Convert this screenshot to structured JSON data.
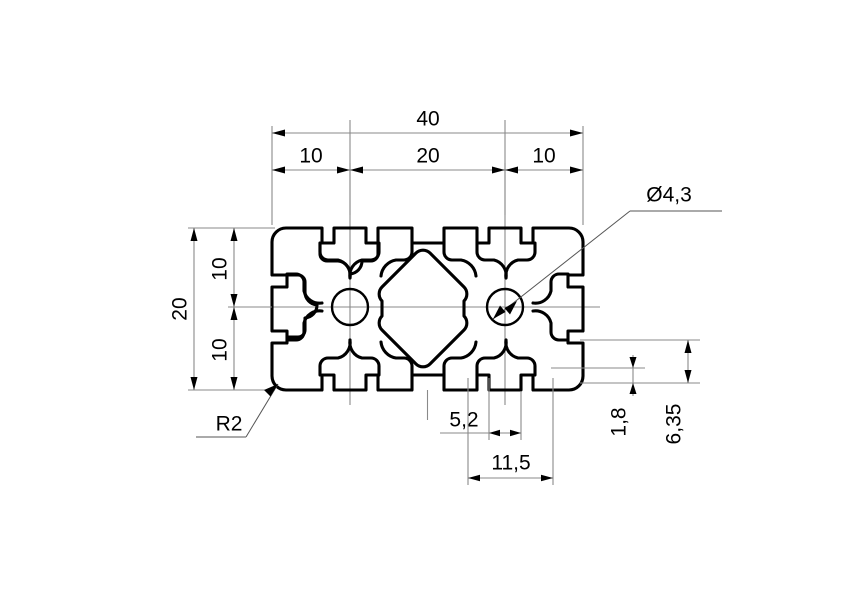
{
  "drawing": {
    "title": "Aluminium T-slot extrusion profile 40x20 cross-section",
    "type": "mechanical-cross-section",
    "units": "mm",
    "decimal_separator": "comma",
    "line_color": "#000000",
    "dimension_color": "#8a8a8a"
  },
  "dimensions": {
    "overall_width": {
      "label": "40",
      "value": 40,
      "orientation": "horizontal",
      "position": "top"
    },
    "width_left_segment": {
      "label": "10",
      "value": 10,
      "orientation": "horizontal",
      "position": "top-chain"
    },
    "width_center_segment": {
      "label": "20",
      "value": 20,
      "orientation": "horizontal",
      "position": "top-chain"
    },
    "width_right_segment": {
      "label": "10",
      "value": 10,
      "orientation": "horizontal",
      "position": "top-chain"
    },
    "overall_height": {
      "label": "20",
      "value": 20,
      "orientation": "vertical",
      "position": "left"
    },
    "height_upper_segment": {
      "label": "10",
      "value": 10,
      "orientation": "vertical",
      "position": "left-chain"
    },
    "height_lower_segment": {
      "label": "10",
      "value": 10,
      "orientation": "vertical",
      "position": "left-chain"
    },
    "slot_opening": {
      "label": "5,2",
      "value": 5.2,
      "orientation": "horizontal",
      "position": "bottom"
    },
    "slot_inner_width": {
      "label": "11,5",
      "value": 11.5,
      "orientation": "horizontal",
      "position": "bottom"
    },
    "slot_lip_thickness": {
      "label": "1,8",
      "value": 1.8,
      "orientation": "vertical",
      "position": "right"
    },
    "slot_depth": {
      "label": "6,35",
      "value": 6.35,
      "orientation": "vertical",
      "position": "right"
    },
    "bore_diameter": {
      "label": "Ø4,3",
      "value": 4.3,
      "symbol": "diameter",
      "position": "leader-top-right"
    },
    "corner_radius": {
      "label": "R2",
      "value": 2,
      "symbol": "radius",
      "position": "leader-bottom-left"
    }
  },
  "features": {
    "outer_profile": "rounded-rectangle-40x20-R2",
    "bores": [
      {
        "name": "left-core-bore",
        "label": "Ø4,3",
        "cx_mm": 10,
        "cy_mm": 10
      },
      {
        "name": "right-core-bore",
        "label": "Ø4,3",
        "cx_mm": 30,
        "cy_mm": 10
      }
    ],
    "center_bore": {
      "name": "center-octagonal-bore",
      "shape": "octagon"
    },
    "t_slots": {
      "count": 6,
      "positions": [
        "top-left",
        "top-center",
        "top-right",
        "bottom-left",
        "bottom-center",
        "bottom-right",
        "left-side",
        "right-side"
      ]
    }
  }
}
